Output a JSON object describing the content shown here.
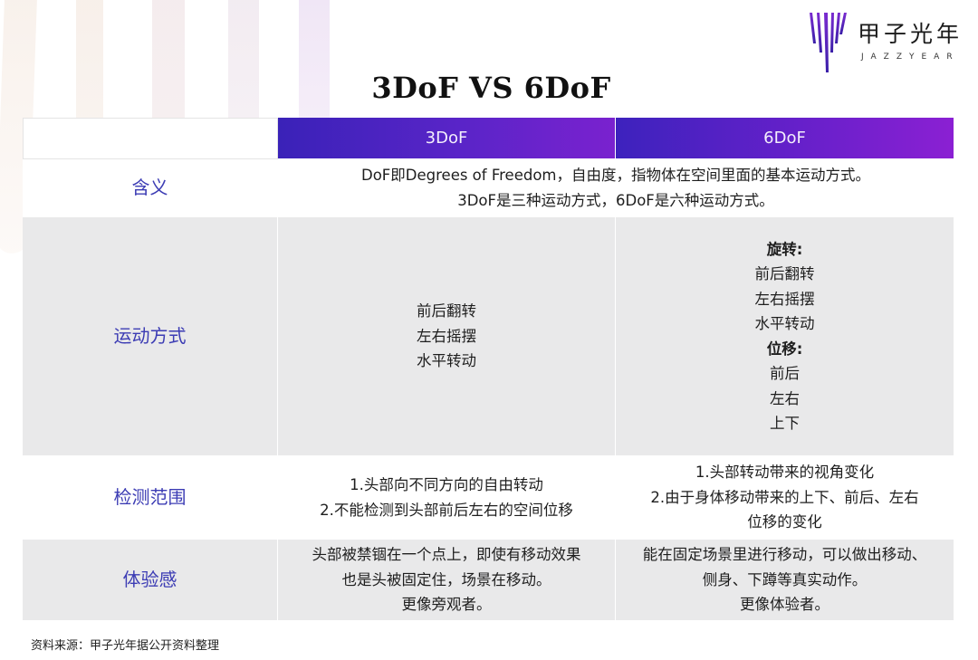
{
  "logo": {
    "name": "甲子光年",
    "subtitle": "JAZZYEAR"
  },
  "title": "3DoF VS 6DoF",
  "table": {
    "headers": [
      "",
      "3DoF",
      "6DoF"
    ],
    "rows": [
      {
        "label": "含义",
        "merged": [
          "DoF即Degrees of Freedom，自由度，指物体在空间里面的基本运动方式。",
          "3DoF是三种运动方式，6DoF是六种运动方式。"
        ]
      },
      {
        "label": "运动方式",
        "col3dof": [
          "前后翻转",
          "左右摇摆",
          "水平转动"
        ],
        "col6dof": {
          "rotation_title": "旋转:",
          "rotation": [
            "前后翻转",
            "左右摇摆",
            "水平转动"
          ],
          "translation_title": "位移:",
          "translation": [
            "前后",
            "左右",
            "上下"
          ]
        }
      },
      {
        "label": "检测范围",
        "col3dof": [
          "1.头部向不同方向的自由转动",
          "2.不能检测到头部前后左右的空间位移"
        ],
        "col6dof": [
          "1.头部转动带来的视角变化",
          "2.由于身体移动带来的上下、前后、左右",
          "位移的变化"
        ]
      },
      {
        "label": "体验感",
        "col3dof": [
          "头部被禁锢在一个点上，即使有移动效果",
          "也是头被固定住，场景在移动。",
          "更像旁观者。"
        ],
        "col6dof": [
          "能在固定场景里进行移动，可以做出移动、",
          "侧身、下蹲等真实动作。",
          "更像体验者。"
        ]
      }
    ]
  },
  "source": "资料来源：甲子光年据公开资料整理",
  "colors": {
    "header_gradient_start": "#3a22b8",
    "header_gradient_end": "#8b20d3",
    "label_text": "#3c3cb4",
    "grey_row": "#e9e9ea"
  }
}
